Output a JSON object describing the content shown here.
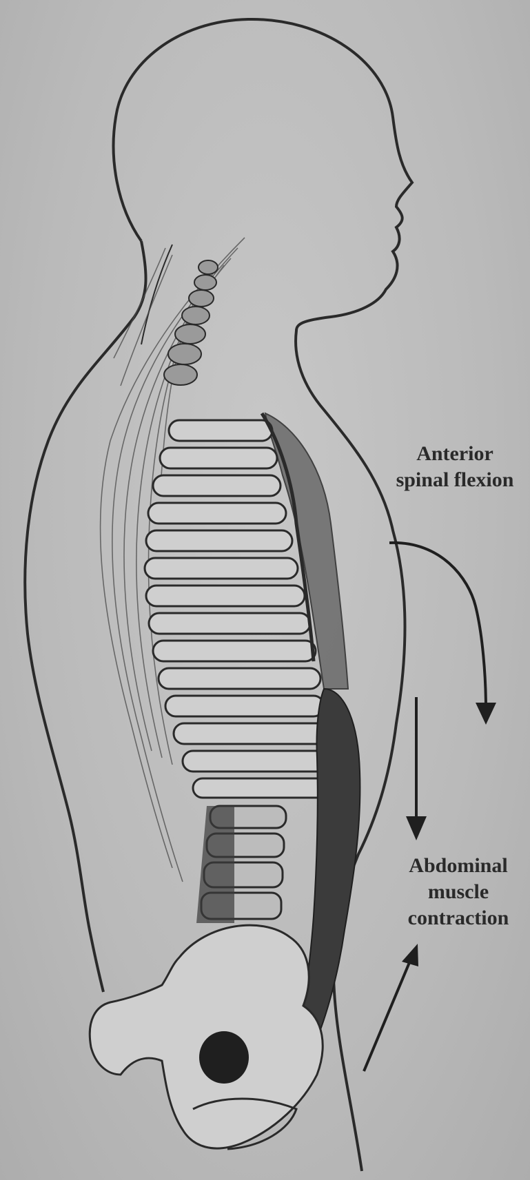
{
  "labels": {
    "flexion": {
      "line1": "Anterior",
      "line2": "spinal flexion"
    },
    "abdominal": {
      "line1": "Abdominal",
      "line2": "muscle",
      "line3": "contraction"
    }
  },
  "colors": {
    "background": "#bdbdbd",
    "outline": "#2a2a2a",
    "bone_fill": "#cfcfcf",
    "muscle_dark": "#3b3b3b"
  }
}
